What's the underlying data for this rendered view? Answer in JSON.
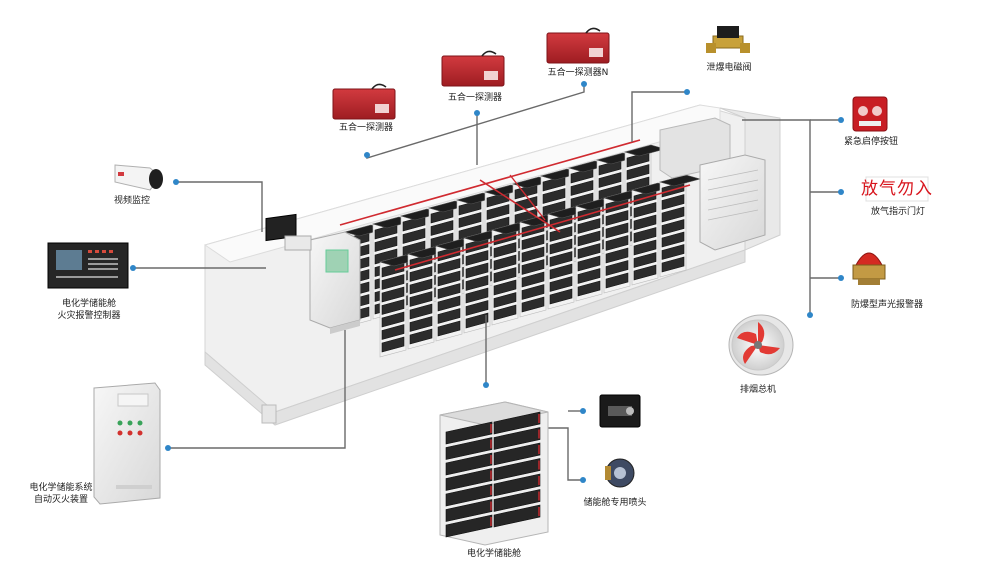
{
  "labels": {
    "detector_1": "五合一探测器",
    "detector_2": "五合一探测器",
    "detector_n": "五合一探测器N",
    "solenoid_valve": "泄爆电磁阀",
    "emergency_button": "紧急启停按钮",
    "gas_sign_text": "放气勿入",
    "gas_sign_caption": "放气指示门灯",
    "alarm": "防爆型声光报警器",
    "exhaust_fan": "排烟总机",
    "video": "视频监控",
    "controller_line1": "电化学储能舱",
    "controller_line2": "火灾报警控制器",
    "extinguish_line1": "电化学储能系统",
    "extinguish_line2": "自动灭火装置",
    "nozzle": "储能舱专用喷头",
    "rack": "电化学储能舱"
  },
  "colors": {
    "connector": "#2f86c8",
    "detector_red": "#c0272d",
    "sign_red": "#d8141c",
    "wire": "#6a6a6a"
  }
}
